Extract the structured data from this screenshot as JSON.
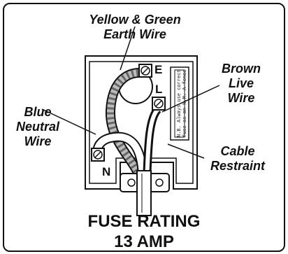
{
  "labels": {
    "earth": [
      "Yellow & Green",
      "Earth Wire"
    ],
    "live": [
      "Brown",
      "Live",
      "Wire"
    ],
    "neutral": [
      "Blue",
      "Neutral",
      "Wire"
    ],
    "restraint": [
      "Cable",
      "Restraint"
    ]
  },
  "terminals": {
    "earth": "E",
    "live": "L",
    "neutral": "N"
  },
  "fuse_text": [
    "N.B. Always use correct",
    "fuse as on N.M. A fence"
  ],
  "rating": [
    "FUSE RATING",
    "13 AMP"
  ]
}
